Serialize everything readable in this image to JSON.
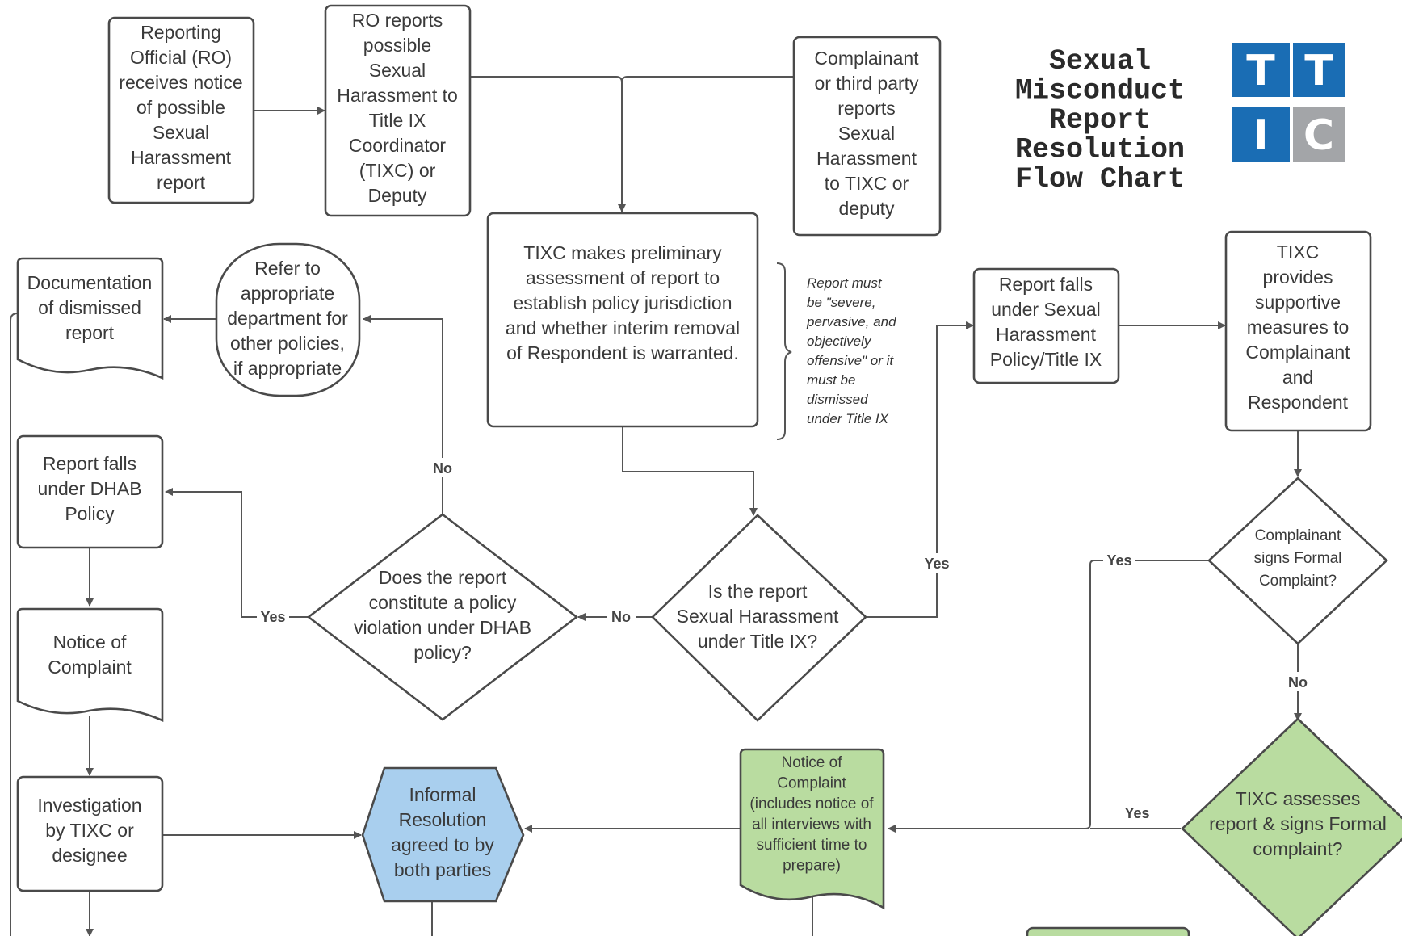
{
  "title": {
    "lines": [
      "Sexual",
      "Misconduct",
      "Report",
      "Resolution",
      "Flow Chart"
    ]
  },
  "logo": {
    "letters": [
      "T",
      "T",
      "I",
      "C"
    ],
    "colors": {
      "blue": "#1a6db4",
      "gray": "#a3a5a8"
    }
  },
  "colors": {
    "green": "#b9dca0",
    "blue": "#a9cfee",
    "line": "#555555"
  },
  "nodes": {
    "ro_receives": [
      "Reporting",
      "Official (RO)",
      "receives notice",
      "of possible",
      "Sexual",
      "Harassment",
      "report"
    ],
    "ro_reports": [
      "RO reports",
      "possible",
      "Sexual",
      "Harassment to",
      "Title IX",
      "Coordinator",
      "(TIXC) or",
      "Deputy"
    ],
    "complainant_reports": [
      "Complainant",
      "or third party",
      "reports",
      "Sexual",
      "Harassment",
      "to TIXC or",
      "deputy"
    ],
    "prelim_assessment": [
      "TIXC makes preliminary",
      "assessment of report to",
      "establish policy jurisdiction",
      "and whether interim removal",
      "of Respondent is warranted."
    ],
    "severe_note": [
      "Report must",
      "be \"severe,",
      "pervasive, and",
      "objectively",
      "offensive\" or it",
      "must be",
      "dismissed",
      "under Title IX"
    ],
    "falls_sh": [
      "Report falls",
      "under Sexual",
      "Harassment",
      "Policy/Title IX"
    ],
    "supportive": [
      "TIXC",
      "provides",
      "supportive",
      "measures to",
      "Complainant",
      "and",
      "Respondent"
    ],
    "documentation": [
      "Documentation",
      "of dismissed",
      "report"
    ],
    "refer": [
      "Refer to",
      "appropriate",
      "department for",
      "other policies,",
      "if appropriate"
    ],
    "falls_dhab": [
      "Report falls",
      "under DHAB",
      "Policy"
    ],
    "dhab_question": [
      "Does the report",
      "constitute a policy",
      "violation under DHAB",
      "policy?"
    ],
    "title_ix_question": [
      "Is the report",
      "Sexual Harassment",
      "under Title IX?"
    ],
    "signs_formal": [
      "Complainant",
      "signs Formal",
      "Complaint?"
    ],
    "notice_left": [
      "Notice of",
      "Complaint"
    ],
    "investigation": [
      "Investigation",
      "by TIXC or",
      "designee"
    ],
    "informal": [
      "Informal",
      "Resolution",
      "agreed to by",
      "both parties"
    ],
    "notice_green": [
      "Notice of",
      "Complaint",
      "(includes notice of",
      "all interviews with",
      "sufficient time to",
      "prepare)"
    ],
    "tixc_assesses": [
      "TIXC assesses",
      "report & signs Formal",
      "complaint?"
    ]
  },
  "edge_labels": {
    "no_refer": "No",
    "yes_dhab": "Yes",
    "no_tix": "No",
    "yes_tix": "Yes",
    "yes_formal": "Yes",
    "no_formal": "No",
    "yes_assess": "Yes"
  }
}
